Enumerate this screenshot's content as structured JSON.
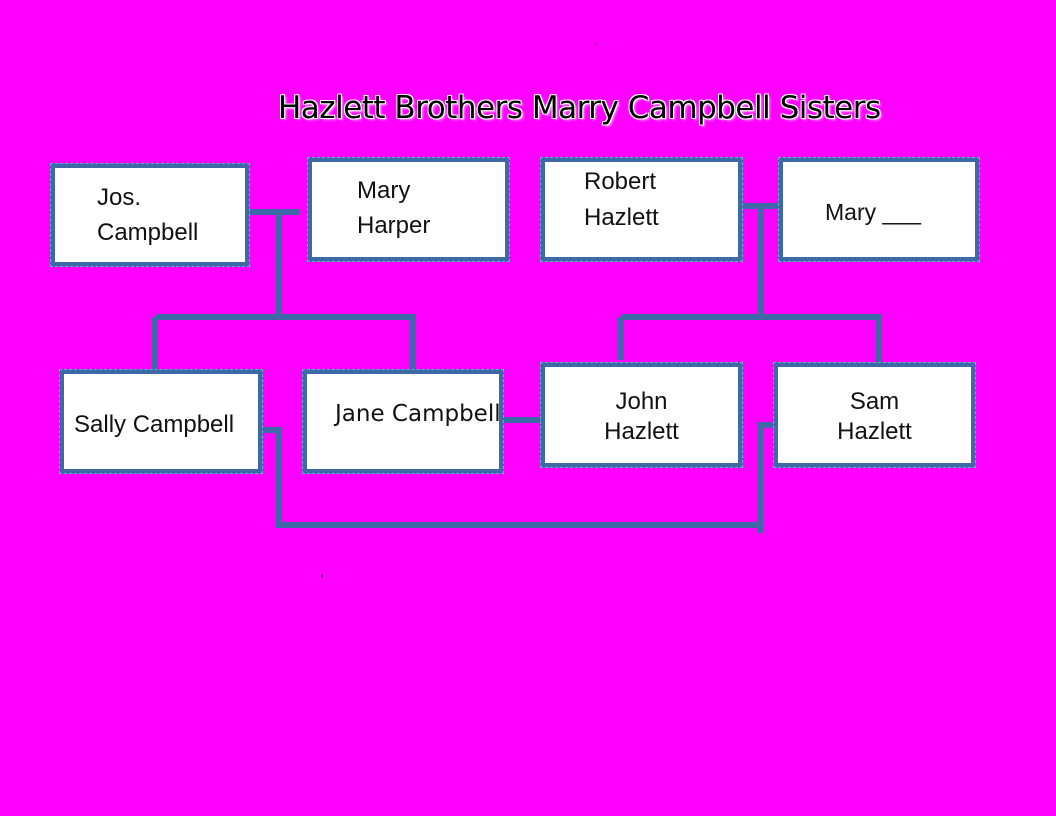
{
  "title": "Hazlett Brothers Marry Campbell Sisters",
  "colors": {
    "background": "#ff00ff",
    "box_fill": "#ffffff",
    "box_border": "#3d69a6",
    "connector": "#3d69a6"
  },
  "people": {
    "jos_campbell": {
      "line1": "Jos.",
      "line2": "Campbell"
    },
    "mary_harper": {
      "line1": "Mary",
      "line2": "Harper"
    },
    "robert_hazlett": {
      "line1": "Robert",
      "line2": "Hazlett"
    },
    "mary_blank": {
      "line1": "Mary ___"
    },
    "sally_campbell": {
      "line1": "Sally Campbell"
    },
    "jane_campbell": {
      "line1": "Jane Campbell"
    },
    "john_hazlett": {
      "line1": "John",
      "line2": "Hazlett"
    },
    "sam_hazlett": {
      "line1": "Sam",
      "line2": "Hazlett"
    }
  },
  "relationships": [
    {
      "type": "marriage",
      "from": "jos_campbell",
      "to": "mary_harper"
    },
    {
      "type": "marriage",
      "from": "robert_hazlett",
      "to": "mary_blank"
    },
    {
      "type": "children",
      "parents": [
        "jos_campbell",
        "mary_harper"
      ],
      "children": [
        "sally_campbell",
        "jane_campbell"
      ]
    },
    {
      "type": "children",
      "parents": [
        "robert_hazlett",
        "mary_blank"
      ],
      "children": [
        "john_hazlett",
        "sam_hazlett"
      ]
    },
    {
      "type": "marriage",
      "from": "jane_campbell",
      "to": "john_hazlett"
    },
    {
      "type": "marriage",
      "from": "sally_campbell",
      "to": "sam_hazlett"
    }
  ]
}
